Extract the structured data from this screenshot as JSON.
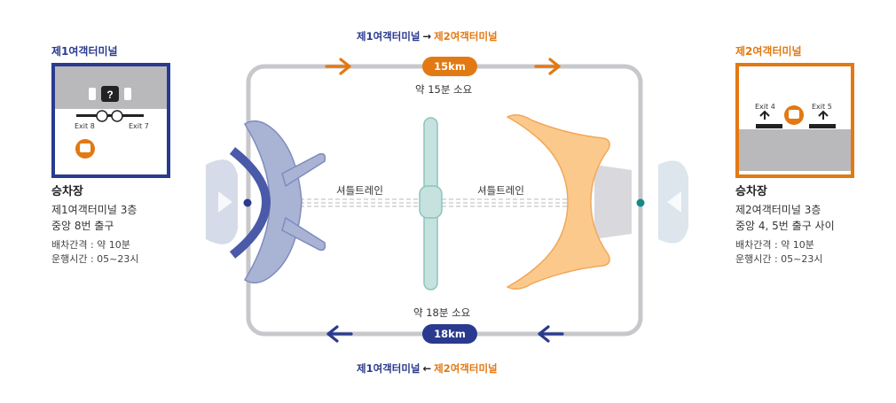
{
  "terminal1": {
    "label": "제1여객터미널",
    "panel": {
      "exit_left": "Exit 8",
      "exit_right": "Exit 7"
    },
    "info": {
      "heading": "승차장",
      "line1": "제1여객터미널 3층",
      "line2": "중앙 8번 출구",
      "interval": "배차간격 : 약 10분",
      "hours": "운행시간 : 05~23시"
    }
  },
  "terminal2": {
    "label": "제2여객터미널",
    "panel": {
      "exit_left": "Exit 4",
      "exit_right": "Exit 5"
    },
    "info": {
      "heading": "승차장",
      "line1": "제2여객터미널 3층",
      "line2": "중앙 4, 5번 출구 사이",
      "interval": "배차간격 : 약 10분",
      "hours": "운행시간 : 05~23시"
    }
  },
  "route_top": {
    "from": "제1여객터미널",
    "arrow": "→",
    "to": "제2여객터미널",
    "distance": "15km",
    "duration": "약 15분 소요"
  },
  "route_bottom": {
    "from": "제1여객터미널",
    "arrow": "←",
    "to": "제2여객터미널",
    "distance": "18km",
    "duration": "약 18분 소요"
  },
  "shuttle": {
    "left_label": "셔틀트레인",
    "right_label": "셔틀트레인"
  },
  "colors": {
    "t1_blue": "#2a3a8f",
    "t2_orange": "#e27913",
    "loop_gray": "#c8c8cc"
  },
  "icons": [
    "bus-icon",
    "airplane-icon",
    "arrow-right-icon",
    "arrow-left-icon",
    "accessible-parking-icon"
  ]
}
